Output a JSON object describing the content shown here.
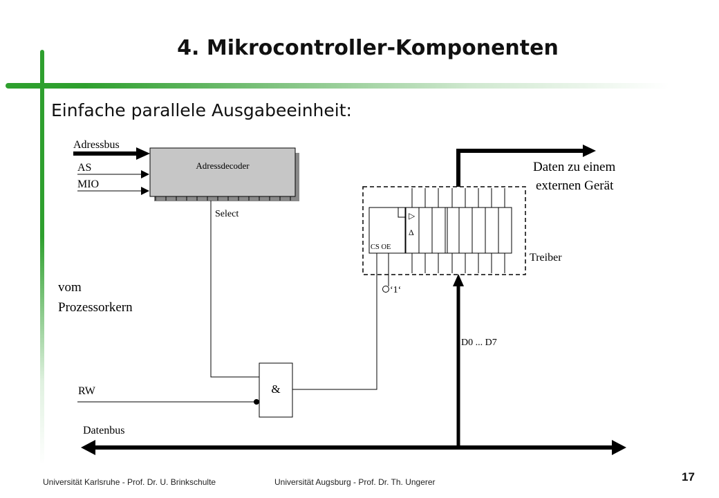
{
  "slide": {
    "title": "4. Mikrocontroller-Komponenten",
    "subtitle": "Einfache parallele Ausgabeeinheit:",
    "page_number": "17"
  },
  "footer": {
    "left": "Universität Karlsruhe  -  Prof. Dr. U. Brinkschulte",
    "right": "Universität Augsburg - Prof. Dr. Th. Ungerer"
  },
  "diagram": {
    "inputs": {
      "adressbus": "Adressbus",
      "as": "AS",
      "mio": "MIO",
      "rw": "RW"
    },
    "decoder_label": "Adressdecoder",
    "select_label": "Select",
    "source_label_line1": "vom",
    "source_label_line2": "Prozessorkern",
    "gate_label": "&",
    "datenbus_label": "Datenbus",
    "data_lines_label": "D0 ... D7",
    "output_label_line1": "Daten zu einem",
    "output_label_line2": "externen Gerät",
    "driver_label": "Treiber",
    "cs_oe_label": "CS OE",
    "constant_one_label": "‘1‘",
    "clock_symbol": "▷",
    "delta_symbol": "Δ"
  }
}
